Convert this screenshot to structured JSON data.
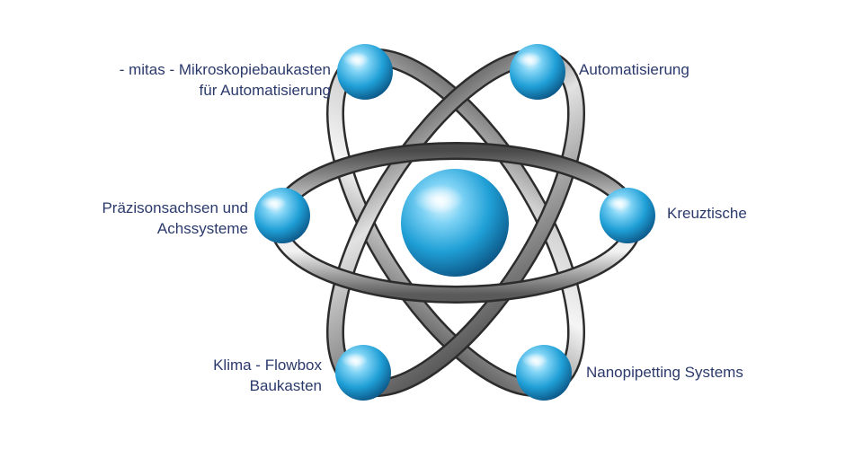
{
  "nodes": [
    {
      "id": "mitas",
      "lines": [
        "- mitas -  Mikroskopiebaukasten",
        "für Automatisierung"
      ]
    },
    {
      "id": "automatisierung",
      "lines": [
        "Automatisierung"
      ]
    },
    {
      "id": "praezisionsachsen",
      "lines": [
        "Präzisonsachsen und",
        "Achssysteme"
      ]
    },
    {
      "id": "kreuztische",
      "lines": [
        "Kreuztische"
      ]
    },
    {
      "id": "klima-flowbox",
      "lines": [
        "Klima  - Flowbox",
        "Baukasten"
      ]
    },
    {
      "id": "nanopipetting",
      "lines": [
        "Nanopipetting Systems"
      ]
    }
  ],
  "colors": {
    "label_text": "#2b3a6b",
    "sphere_light": "#bfeeff",
    "sphere_mid": "#29a9df",
    "sphere_dark": "#0b4f80",
    "ring_light": "#f4f4f4",
    "ring_mid": "#a8a8a8",
    "ring_dark": "#3a3a3a"
  }
}
